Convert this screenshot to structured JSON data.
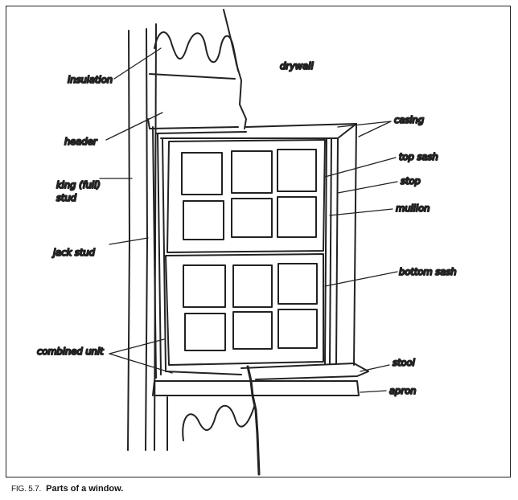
{
  "labels": {
    "drywall": "drywall",
    "insulation": "insulation",
    "header": "header",
    "king_line1": "king (full)",
    "king_line2": "stud",
    "jack_stud": "jack stud",
    "combined_unit": "combined unit",
    "casing": "casing",
    "top_sash": "top sash",
    "stop": "stop",
    "mullion": "mullion",
    "bottom_sash": "bottom sash",
    "stool": "stool",
    "apron": "apron"
  },
  "caption": {
    "number": "FIG. 5.7.",
    "title": "Parts of a window."
  },
  "colors": {
    "ink": "#222222",
    "background": "#ffffff"
  }
}
